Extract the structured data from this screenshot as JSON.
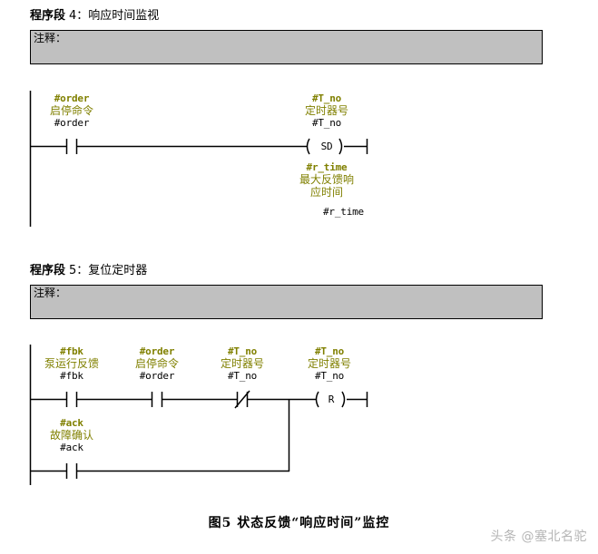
{
  "document": {
    "caption": "图5 状态反馈“响应时间”监控",
    "watermark": "头条 @塞北名驼"
  },
  "networks": [
    {
      "keyword": "程序段",
      "number": "4",
      "title_rest": "：响应时间监视",
      "comment_label": "注释：",
      "comment_value": "",
      "rungs": [
        {
          "elements": [
            {
              "kind": "contact-no",
              "symbol": "#order",
              "cn": "启停命令",
              "address": "#order"
            },
            {
              "kind": "coil-sd",
              "symbol": "#T_no",
              "cn": "定时器号",
              "address": "#T_no",
              "coil_text": "SD"
            },
            {
              "kind": "parameter",
              "symbol": "#r_time",
              "cn": "最大反馈响\n应时间",
              "address": "#r_time"
            }
          ]
        }
      ]
    },
    {
      "keyword": "程序段",
      "number": "5",
      "title_rest": "：复位定时器",
      "comment_label": "注释：",
      "comment_value": "",
      "rungs": [
        {
          "elements": [
            {
              "kind": "contact-no",
              "symbol": "#fbk",
              "cn": "泵运行反馈",
              "address": "#fbk"
            },
            {
              "kind": "contact-no",
              "symbol": "#order",
              "cn": "启停命令",
              "address": "#order"
            },
            {
              "kind": "contact-nc",
              "symbol": "#T_no",
              "cn": "定时器号",
              "address": "#T_no"
            },
            {
              "kind": "coil-r",
              "symbol": "#T_no",
              "cn": "定时器号",
              "address": "#T_no",
              "coil_text": "R"
            }
          ],
          "branch": [
            {
              "kind": "contact-no",
              "symbol": "#ack",
              "cn": "故障确认",
              "address": "#ack"
            }
          ]
        }
      ]
    }
  ],
  "labels": {
    "n4_c1_sym": "#order",
    "n4_c1_cn": "启停命令",
    "n4_c1_addr": "#order",
    "n4_o1_sym": "#T_no",
    "n4_o1_cn": "定时器号",
    "n4_o1_addr": "#T_no",
    "n4_o1_coil": "SD",
    "n4_p1_sym": "#r_time",
    "n4_p1_cn1": "最大反馈响",
    "n4_p1_cn2": "应时间",
    "n4_p1_addr": "#r_time",
    "n5_c1_sym": "#fbk",
    "n5_c1_cn": "泵运行反馈",
    "n5_c1_addr": "#fbk",
    "n5_c2_sym": "#order",
    "n5_c2_cn": "启停命令",
    "n5_c2_addr": "#order",
    "n5_c3_sym": "#T_no",
    "n5_c3_cn": "定时器号",
    "n5_c3_addr": "#T_no",
    "n5_o1_sym": "#T_no",
    "n5_o1_cn": "定时器号",
    "n5_o1_addr": "#T_no",
    "n5_o1_coil": "R",
    "n5_b1_sym": "#ack",
    "n5_b1_cn": "故障确认",
    "n5_b1_addr": "#ack"
  },
  "colors": {
    "symbol_olive": "#808000",
    "address_black": "#000000",
    "comment_gray": "#c0c0c0",
    "rail_black": "#000000",
    "watermark_gray": "#b5b5b5"
  }
}
